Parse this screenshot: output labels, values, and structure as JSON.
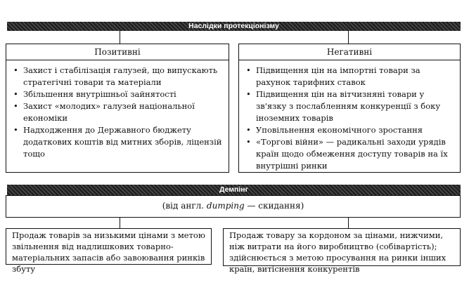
{
  "protectionism": {
    "title": "Наслідки протекціонізму",
    "positive": {
      "heading": "Позитивні",
      "items": [
        "Захист і стабілізація галузей, що випускають стратегічні товари та матеріали",
        "Збільшення внутрішньої зайнятості",
        "Захист «молодих» галузей національної економіки",
        "Надходження до Державного бюджету додаткових коштів від митних зборів, ліцензій тощо"
      ]
    },
    "negative": {
      "heading": "Негативні",
      "items": [
        "Підвищення цін на імпортні товари за рахунок тарифних ставок",
        "Підвищення цін на вітчизняні товари у зв'язку з послабленням конкуренції з боку іноземних товарів",
        "Уповільнення економічного зростання",
        "«Торгові війни» — радикальні заходи урядів країн щодо обмеження доступу товарів на їх внутрішні ринки"
      ]
    }
  },
  "dumping": {
    "title": "Демпінг",
    "origin_prefix": "(від англ. ",
    "origin_word": "dumping",
    "origin_suffix": " — скидання)",
    "definitions": [
      "Продаж товарів за низькими цінами з метою звільнення від надлишкових товарно-матеріальних запасів або завоювання ринків збуту",
      "Продаж товару за кордоном за цінами, нижчими, ніж витрати на його виробництво (собівартість); здійснюється з метою просування на ринки інших країн, витіснення конкурентів"
    ]
  }
}
